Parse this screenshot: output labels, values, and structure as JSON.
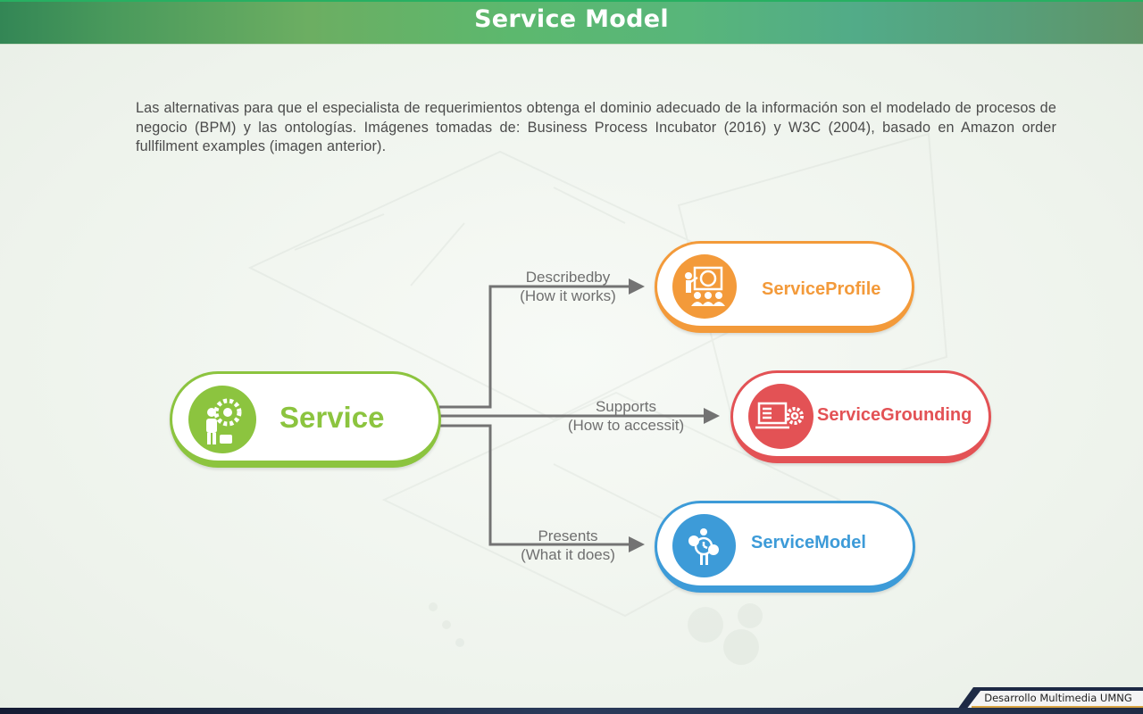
{
  "header": {
    "title": "Service Model"
  },
  "intro": {
    "text": "Las alternativas para que el especialista de requerimientos obtenga el dominio adecuado de la información son el modelado de procesos de negocio (BPM) y las ontologías. Imágenes tomadas de: Business Process Incubator (2016) y W3C (2004), basado en Amazon  order fullfilment examples (imagen anterior)."
  },
  "diagram": {
    "source": {
      "label": "Service",
      "icon": "worker-gear-icon",
      "color": "#8cc43f"
    },
    "targets": [
      {
        "label": "ServiceProfile",
        "icon": "presentation-audience-icon",
        "color": "#f39a3a",
        "edge": {
          "relation": "Describedby",
          "note": "(How it works)"
        }
      },
      {
        "label": "ServiceGrounding",
        "icon": "laptop-gear-icon",
        "color": "#e35255",
        "edge": {
          "relation": "Supports",
          "note": "(How to accessit)"
        }
      },
      {
        "label": "ServiceModel",
        "icon": "person-money-clock-icon",
        "color": "#3d9bd8",
        "edge": {
          "relation": "Presents",
          "note": "(What it does)"
        }
      }
    ],
    "connector_color": "#737373"
  },
  "footer": {
    "credit": "Desarrollo Multimedia UMNG"
  }
}
